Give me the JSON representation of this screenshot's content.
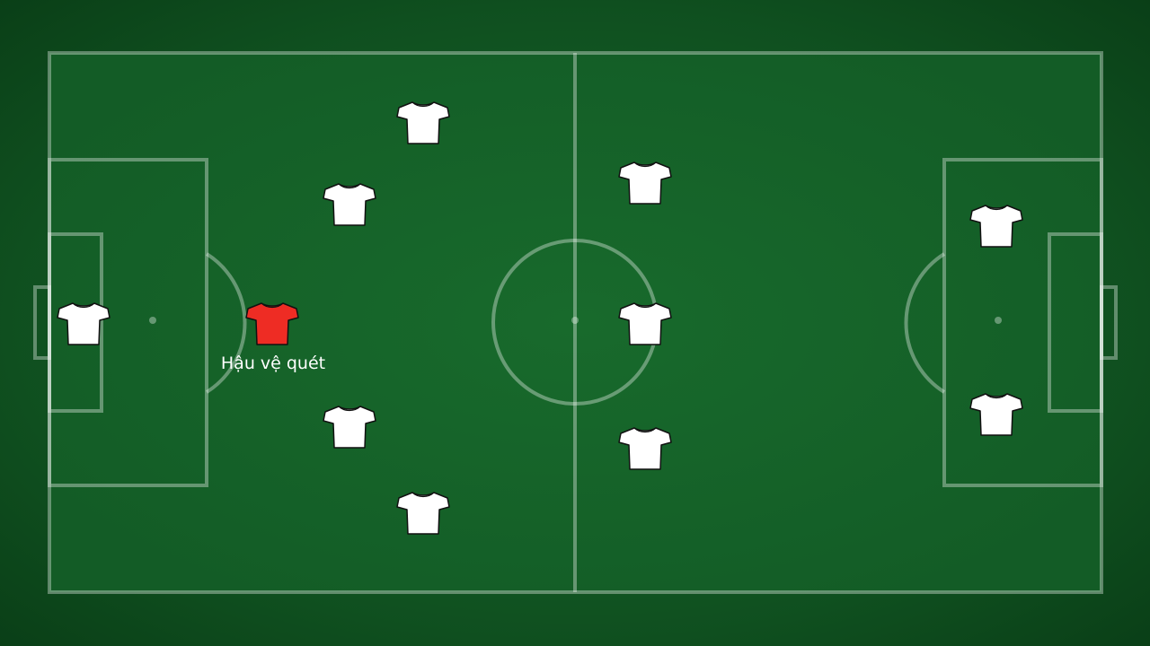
{
  "pitch": {
    "grass_color": "#17652a",
    "line_color": "rgba(255,255,255,0.35)"
  },
  "players": [
    {
      "role": "goalkeeper",
      "kit_color": "#ffffff",
      "icon": "shirt-icon"
    },
    {
      "role": "sweeper",
      "kit_color": "#ee2c24",
      "icon": "shirt-icon",
      "label": "Hậu vệ quét",
      "highlighted": true
    },
    {
      "role": "defender",
      "kit_color": "#ffffff",
      "icon": "shirt-icon"
    },
    {
      "role": "defender",
      "kit_color": "#ffffff",
      "icon": "shirt-icon"
    },
    {
      "role": "wing-back",
      "kit_color": "#ffffff",
      "icon": "shirt-icon"
    },
    {
      "role": "wing-back",
      "kit_color": "#ffffff",
      "icon": "shirt-icon"
    },
    {
      "role": "midfielder",
      "kit_color": "#ffffff",
      "icon": "shirt-icon"
    },
    {
      "role": "midfielder",
      "kit_color": "#ffffff",
      "icon": "shirt-icon"
    },
    {
      "role": "midfielder",
      "kit_color": "#ffffff",
      "icon": "shirt-icon"
    },
    {
      "role": "forward",
      "kit_color": "#ffffff",
      "icon": "shirt-icon"
    },
    {
      "role": "forward",
      "kit_color": "#ffffff",
      "icon": "shirt-icon"
    }
  ]
}
